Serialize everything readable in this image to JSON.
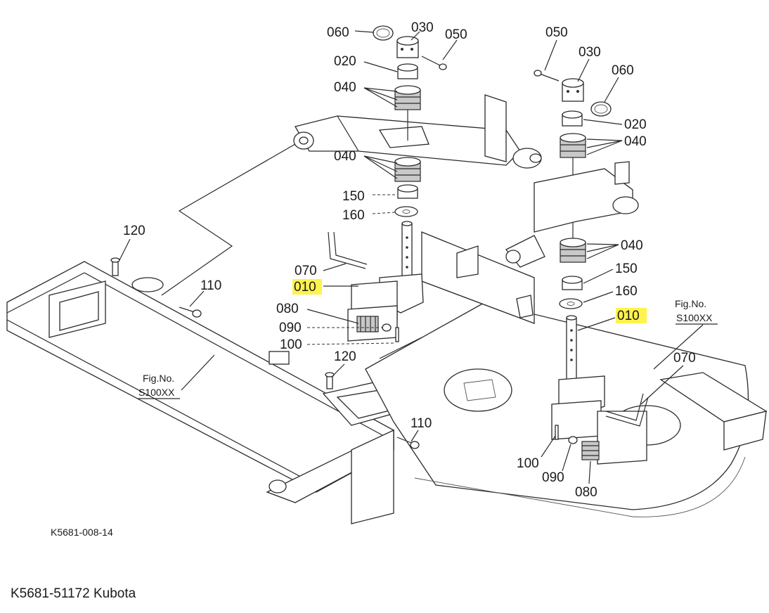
{
  "diagram": {
    "drawing_code": "K5681-008-14",
    "caption": "K5681-51172 Kubota",
    "labels_left": {
      "p060": "060",
      "p030": "030",
      "p050": "050",
      "p020": "020",
      "p040a": "040",
      "p040b": "040",
      "p150": "150",
      "p160": "160",
      "p070": "070",
      "p010": "010",
      "p080": "080",
      "p090": "090",
      "p100": "100",
      "p120a": "120",
      "p110a": "110",
      "p120b": "120",
      "p110b": "110"
    },
    "labels_right": {
      "p050": "050",
      "p030": "030",
      "p060": "060",
      "p020": "020",
      "p040a": "040",
      "p040b": "040",
      "p150": "150",
      "p160": "160",
      "p010": "010",
      "p070": "070",
      "p100": "100",
      "p090": "090",
      "p080": "080"
    },
    "fig_refs": {
      "left_line1": "Fig.No.",
      "left_line2": "S100XX",
      "right_line1": "Fig.No.",
      "right_line2": "S100XX"
    },
    "highlight_color": "#fff34d"
  }
}
